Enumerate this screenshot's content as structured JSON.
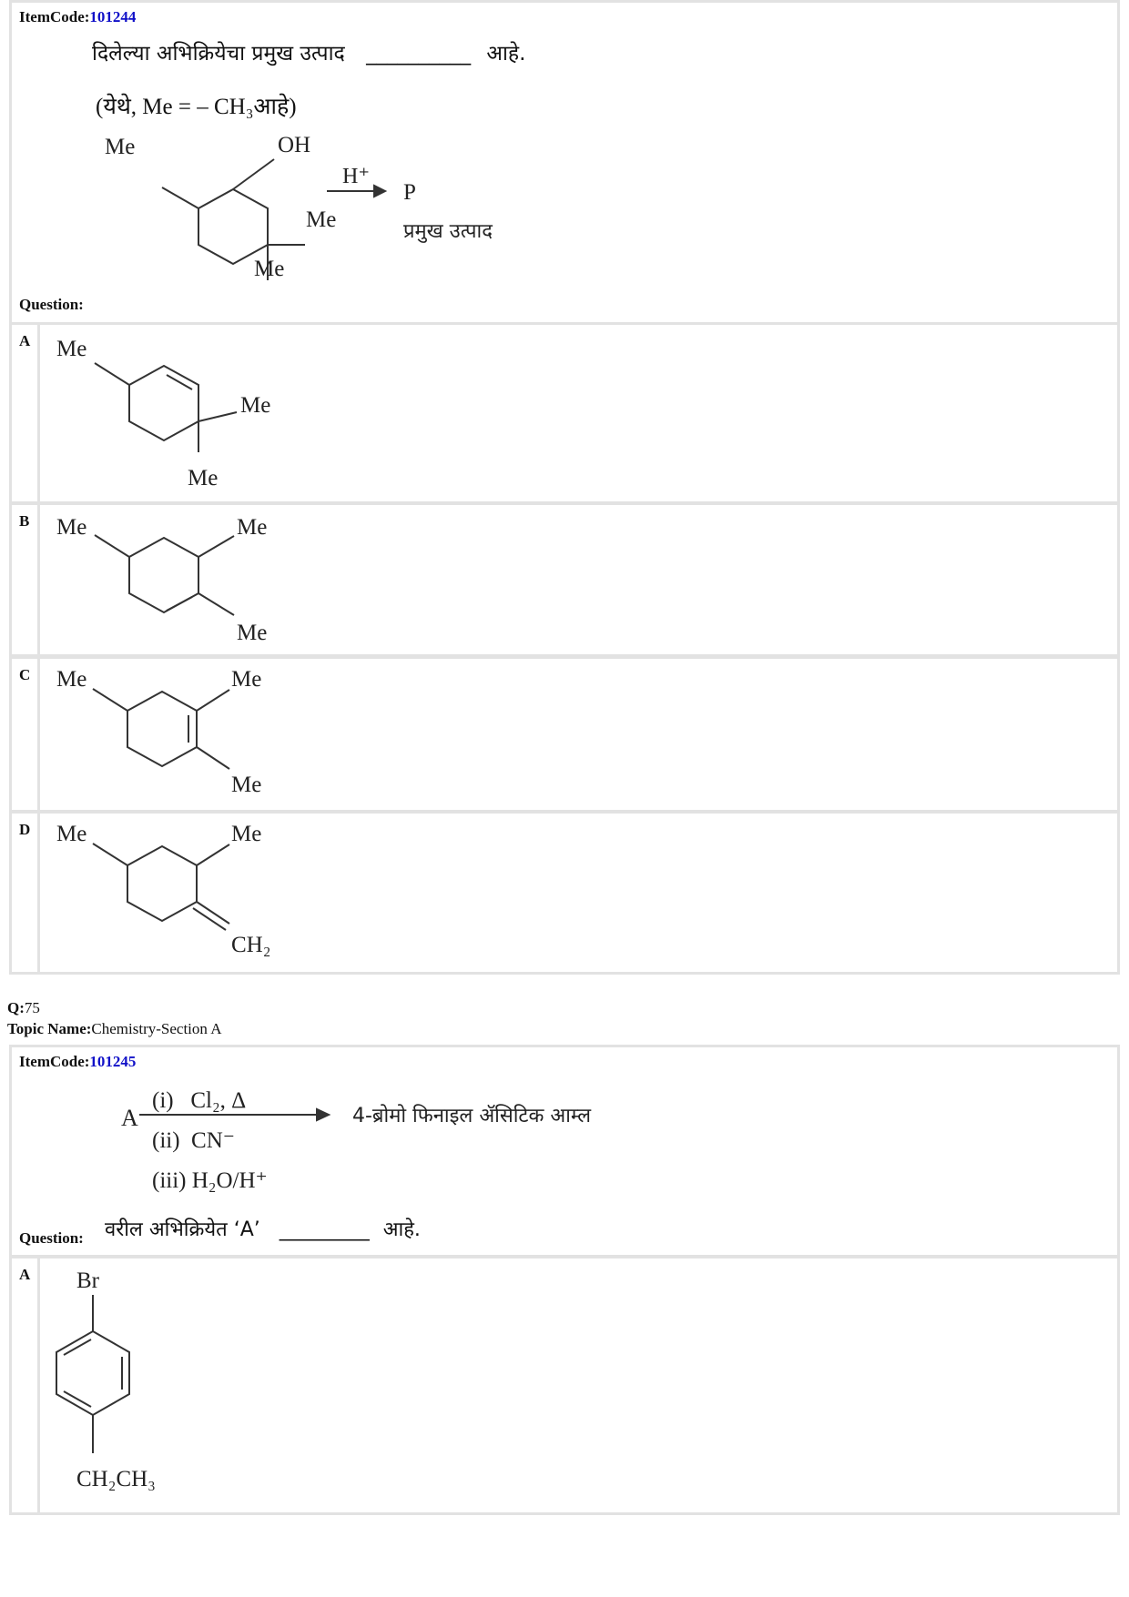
{
  "q74": {
    "item_code_label": "ItemCode:",
    "item_code": "101244",
    "statement_line1": "दिलेल्या अभिक्रियेचा प्रमुख उत्पाद",
    "statement_blank": "__________",
    "statement_end": "आहे.",
    "statement_line2": "(येथे, Me = – CH₃आहे)",
    "question_label": "Question:",
    "reaction": {
      "sub_me1": "Me",
      "sub_oh": "OH",
      "sub_me2": "Me",
      "sub_me3": "Me",
      "reagent": "H⁺",
      "product": "P",
      "product_note": "प्रमुख उत्पाद"
    },
    "options": [
      {
        "letter": "A",
        "labels": [
          "Me",
          "Me",
          "Me"
        ]
      },
      {
        "letter": "B",
        "labels": [
          "Me",
          "Me",
          "Me"
        ]
      },
      {
        "letter": "C",
        "labels": [
          "Me",
          "Me",
          "Me"
        ]
      },
      {
        "letter": "D",
        "labels": [
          "Me",
          "Me",
          "CH₂"
        ]
      }
    ]
  },
  "q75": {
    "q_label": "Q:",
    "q_number": "75",
    "topic_label": "Topic Name:",
    "topic": "Chemistry-Section A",
    "item_code_label": "ItemCode:",
    "item_code": "101245",
    "reaction": {
      "reactant": "A",
      "step1": "(i)   Cl₂, Δ",
      "step2": "(ii)  CN⁻",
      "step3": "(iii) H₂O/H⁺",
      "product": "4-ब्रोमो फिनाइल ॲसिटिक आम्ल"
    },
    "question_label": "Question:",
    "question_text": "वरील अभिक्रियेत ‘A’",
    "question_blank": "_________",
    "question_end": "आहे.",
    "options": [
      {
        "letter": "A",
        "top_label": "Br",
        "bottom_label": "CH₂CH₃"
      }
    ]
  }
}
